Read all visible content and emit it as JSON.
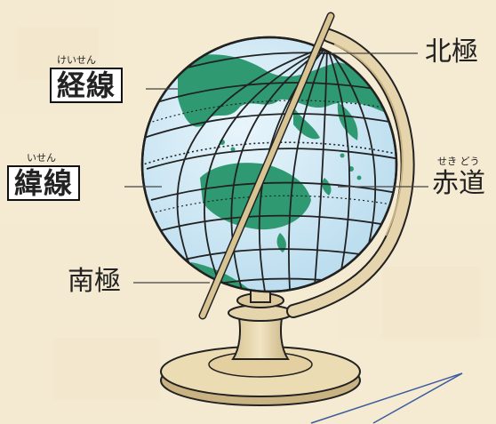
{
  "labels": {
    "keisen": {
      "text": "経線",
      "reading": "けいせん"
    },
    "isen": {
      "text": "緯線",
      "reading": "いせん"
    },
    "hokkyoku": {
      "text": "北極"
    },
    "sekido": {
      "text": "赤道",
      "reading": "せき どう"
    },
    "nankyoku": {
      "text": "南極"
    }
  },
  "colors": {
    "background": "#f6edd8",
    "ocean": "#cfe7f3",
    "land": "#2f9a72",
    "grid": "#222222",
    "stand": "#e6d5ac",
    "stand_shade": "#c9b382",
    "pointer": "#3d5b9e"
  }
}
